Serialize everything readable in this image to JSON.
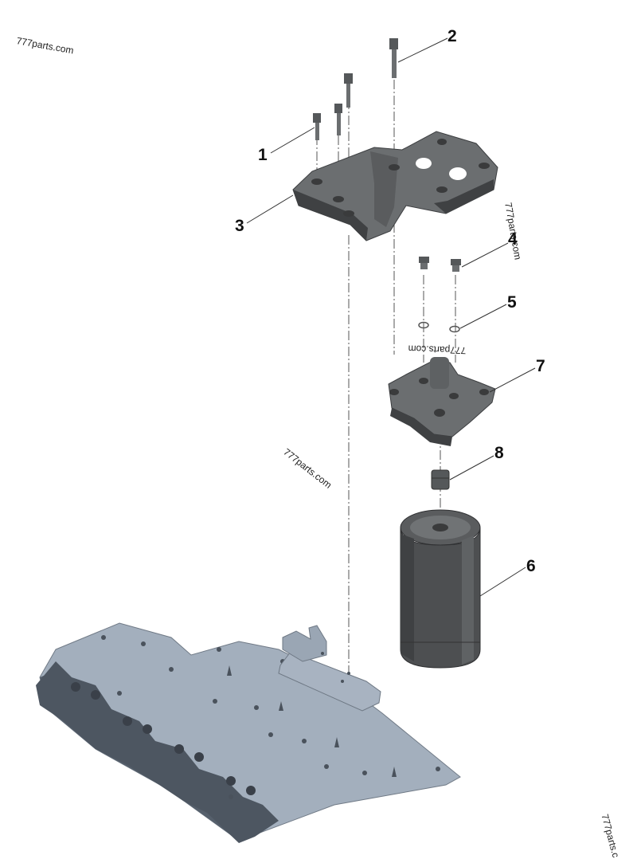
{
  "watermark": "777parts.com",
  "watermark_partial": "777parts.c",
  "callouts": [
    "1",
    "2",
    "3",
    "4",
    "5",
    "6",
    "7",
    "8"
  ],
  "colors": {
    "part_dark": "#4d4f51",
    "part_mid": "#6b6e70",
    "part_light": "#8a8d90",
    "engine_top": "#a3afbd",
    "engine_side": "#56606c",
    "leader": "#333333"
  }
}
